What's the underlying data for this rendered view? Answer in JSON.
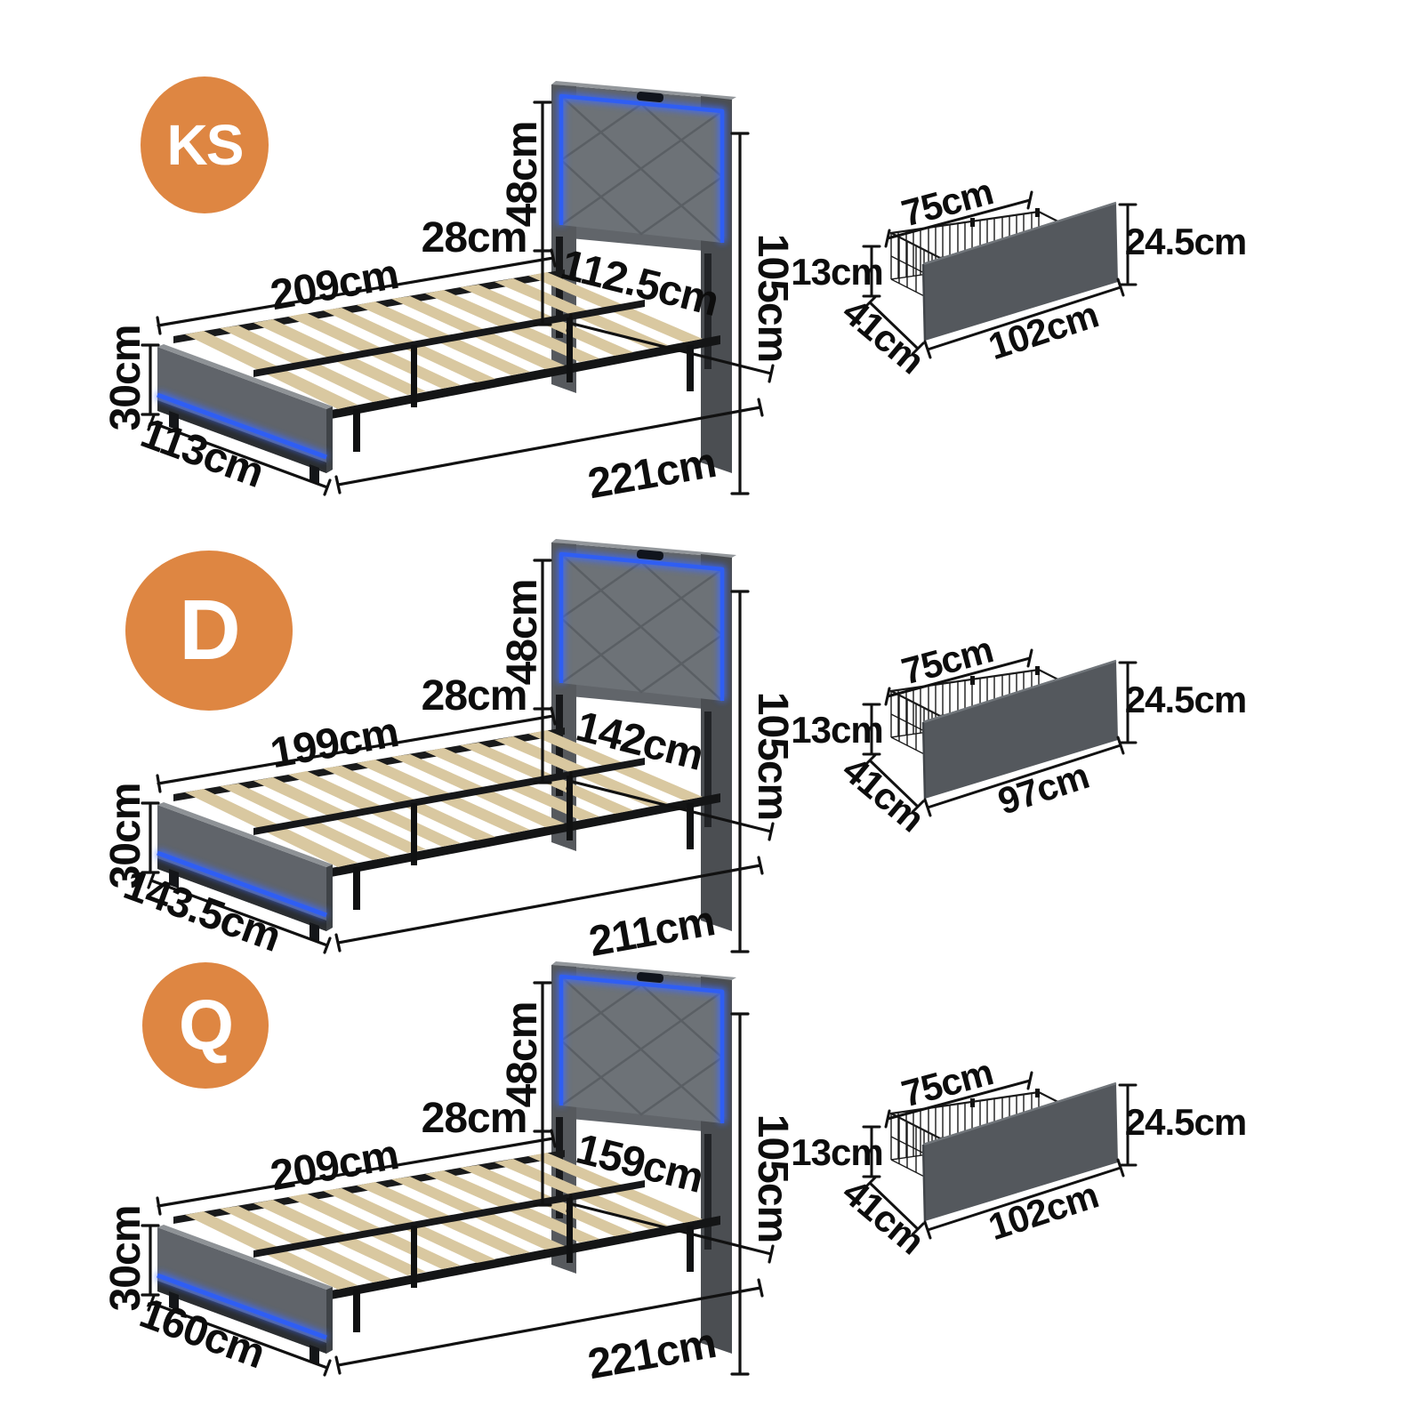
{
  "page": {
    "background": "#ffffff"
  },
  "colors": {
    "badge_orange": "#DE8642",
    "led_blue": "#2F5EF3",
    "slat_tan": "#D9C8A0",
    "fabric_gray": "#6D7277",
    "frame_black": "#17181A",
    "dimension_text": "#0D0D0D"
  },
  "icons": {
    "bed_illustration": "bed-frame-isometric",
    "drawer_illustration": "storage-drawer-isometric"
  },
  "sizes": [
    {
      "id": "KS",
      "badge": "KS",
      "bed": {
        "panel_height": "48cm",
        "gap_height": "28cm",
        "slat_length": "209cm",
        "head_width": "112.5cm",
        "total_height": "105cm",
        "foot_height": "30cm",
        "foot_width": "113cm",
        "total_length": "221cm"
      },
      "drawer": {
        "top_width": "75cm",
        "wire_height": "13cm",
        "depth": "41cm",
        "front_length": "102cm",
        "front_height": "24.5cm"
      }
    },
    {
      "id": "D",
      "badge": "D",
      "bed": {
        "panel_height": "48cm",
        "gap_height": "28cm",
        "slat_length": "199cm",
        "head_width": "142cm",
        "total_height": "105cm",
        "foot_height": "30cm",
        "foot_width": "143.5cm",
        "total_length": "211cm"
      },
      "drawer": {
        "top_width": "75cm",
        "wire_height": "13cm",
        "depth": "41cm",
        "front_length": "97cm",
        "front_height": "24.5cm"
      }
    },
    {
      "id": "Q",
      "badge": "Q",
      "bed": {
        "panel_height": "48cm",
        "gap_height": "28cm",
        "slat_length": "209cm",
        "head_width": "159cm",
        "total_height": "105cm",
        "foot_height": "30cm",
        "foot_width": "160cm",
        "total_length": "221cm"
      },
      "drawer": {
        "top_width": "75cm",
        "wire_height": "13cm",
        "depth": "41cm",
        "front_length": "102cm",
        "front_height": "24.5cm"
      }
    }
  ]
}
